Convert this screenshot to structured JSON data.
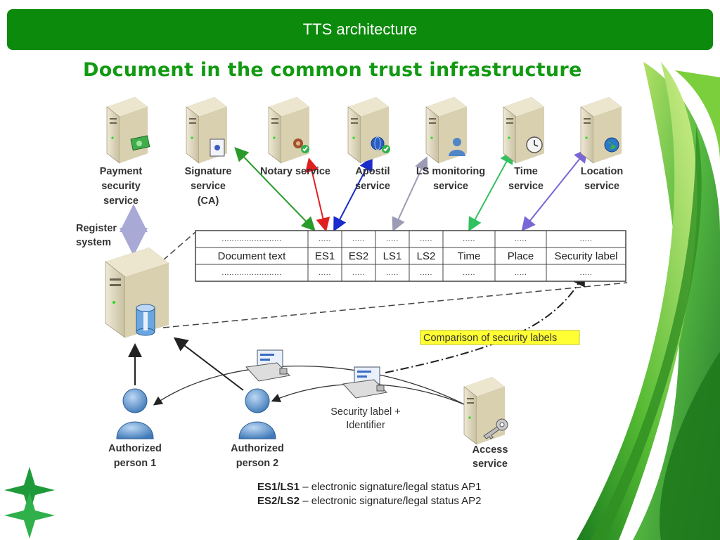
{
  "header": {
    "title": "TTS architecture"
  },
  "subtitle": "Document in the common trust infrastructure",
  "services": [
    {
      "id": "payment",
      "label": [
        "Payment",
        "security",
        "service"
      ],
      "icon": "payment-card-icon"
    },
    {
      "id": "signature",
      "label": [
        "Signature",
        "service",
        "(CA)"
      ],
      "icon": "signature-certificate-icon"
    },
    {
      "id": "notary",
      "label": [
        "Notary service"
      ],
      "icon": "notary-seal-icon"
    },
    {
      "id": "apostil",
      "label": [
        "Apostil",
        "service"
      ],
      "icon": "globe-check-icon"
    },
    {
      "id": "ls-monitoring",
      "label": [
        "LS monitoring",
        "service"
      ],
      "icon": "user-icon"
    },
    {
      "id": "time",
      "label": [
        "Time",
        "service"
      ],
      "icon": "clock-icon"
    },
    {
      "id": "location",
      "label": [
        "Location",
        "service"
      ],
      "icon": "globe-icon"
    }
  ],
  "register": {
    "label": [
      "Register",
      "system"
    ],
    "icon": "database-icon"
  },
  "table": {
    "columns": [
      "Document text",
      "ES1",
      "ES2",
      "LS1",
      "LS2",
      "Time",
      "Place",
      "Security label"
    ],
    "dots_long": "........................",
    "dots_short": "....."
  },
  "comparison_label": "Comparison of security labels",
  "security_token_label": [
    "Security label +",
    "Identifier"
  ],
  "persons": [
    {
      "label": [
        "Authorized",
        "person 1"
      ]
    },
    {
      "label": [
        "Authorized",
        "person 2"
      ]
    }
  ],
  "access": {
    "label": [
      "Access",
      "service"
    ],
    "icon": "key-icon"
  },
  "legend": [
    {
      "term": "ES1/LS1",
      "desc": " – electronic signature/legal status AP1"
    },
    {
      "term": "ES2/LS2",
      "desc": " – electronic signature/legal status AP2"
    }
  ],
  "colors": {
    "header": "#0b8a0b",
    "subtitle": "#129a12",
    "highlight": "#ffff33"
  }
}
